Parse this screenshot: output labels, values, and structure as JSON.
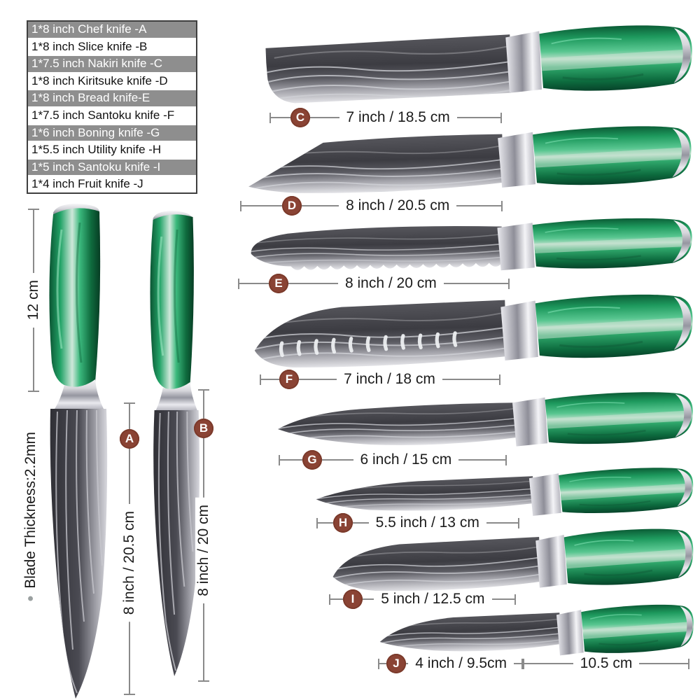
{
  "colors": {
    "badge_bg": "#8a4334",
    "measure_line": "#8a8a8a",
    "legend_highlight": "#8e8e8e",
    "handle_green": "#1d9d62",
    "blade_steel": "#4a4a52"
  },
  "legend": {
    "items": [
      "1*8 inch Chef knife -A",
      "1*8 inch Slice knife -B",
      "1*7.5 inch Nakiri knife -C",
      "1*8 inch Kiritsuke knife -D",
      "1*8 inch Bread knife-E",
      "1*7.5 inch Santoku knife -F",
      "1*6 inch Boning knife -G",
      "1*5.5 inch Utility knife -H",
      "1*5 inch Santoku knife -I",
      "1*4 inch Fruit knife -J"
    ]
  },
  "left_section": {
    "handle_measure": "12 cm",
    "thickness_bullet": "●",
    "thickness_label": "Blade Thickness:2.2mm",
    "knives": [
      {
        "letter": "A",
        "type": "chef",
        "measurement": "8 inch / 20.5 cm"
      },
      {
        "letter": "B",
        "type": "slice",
        "measurement": "8 inch / 20 cm"
      }
    ]
  },
  "right_knives": [
    {
      "letter": "C",
      "type": "nakiri",
      "measurement": "7 inch / 18.5 cm"
    },
    {
      "letter": "D",
      "type": "kiritsuke",
      "measurement": "8 inch / 20.5 cm"
    },
    {
      "letter": "E",
      "type": "bread",
      "measurement": "8 inch / 20 cm"
    },
    {
      "letter": "F",
      "type": "santoku",
      "measurement": "7 inch / 18 cm"
    },
    {
      "letter": "G",
      "type": "boning",
      "measurement": "6 inch / 15 cm"
    },
    {
      "letter": "H",
      "type": "utility",
      "measurement": "5.5 inch / 13 cm"
    },
    {
      "letter": "I",
      "type": "santoku-small",
      "measurement": "5 inch / 12.5 cm"
    },
    {
      "letter": "J",
      "type": "fruit",
      "measurement": "4 inch / 9.5cm",
      "handle_measurement": "10.5 cm"
    }
  ]
}
